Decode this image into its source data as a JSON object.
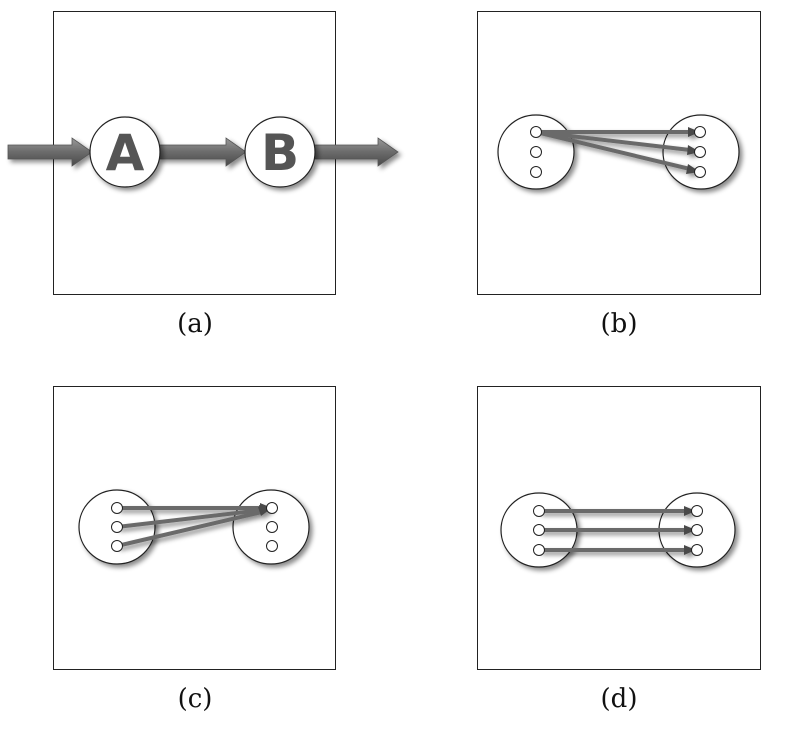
{
  "panels": {
    "a": {
      "caption": "(a)",
      "node_a": "A",
      "node_b": "B"
    },
    "b": {
      "caption": "(b)"
    },
    "c": {
      "caption": "(c)"
    },
    "d": {
      "caption": "(d)"
    }
  },
  "colors": {
    "arrow": "#6b6b6b",
    "arrow_dark": "#4a4a4a",
    "node_fill": "#ffffff",
    "node_stroke": "#222222",
    "letter": "#555555"
  }
}
